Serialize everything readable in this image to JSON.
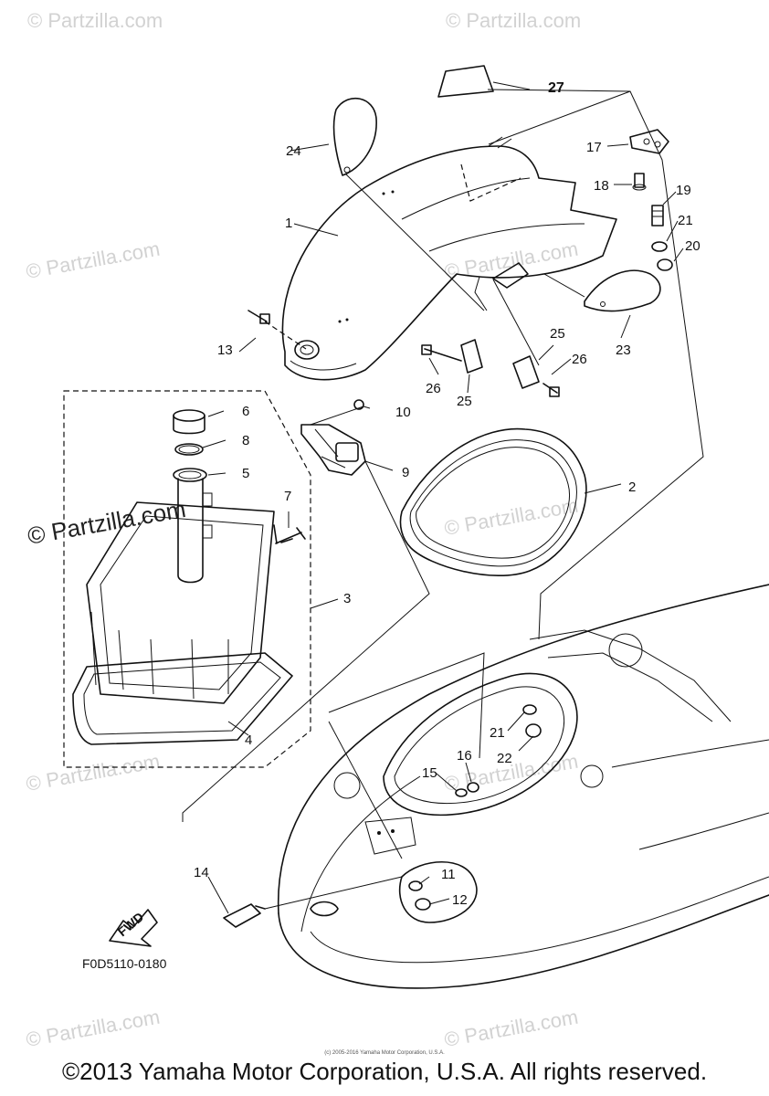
{
  "diagram": {
    "figure_code": "F0D5110-0180",
    "fwd_label": "FWD",
    "copyright": "©2013 Yamaha Motor Corporation, U.S.A. All rights reserved.",
    "fine_print": "(c) 2005-2016 Yamaha Motor Corporation, U.S.A.",
    "watermarks": [
      "© Partzilla.com",
      "© Partzilla.com",
      "© Partzilla.com",
      "© Partzilla.com",
      "© Partzilla.com",
      "© Partzilla.com",
      "© Partzilla.com",
      "© Partzilla.com",
      "© Partzilla.com",
      "© Partzilla.com"
    ],
    "callouts": {
      "c1": "1",
      "c2": "2",
      "c3": "3",
      "c4": "4",
      "c5": "5",
      "c6": "6",
      "c7": "7",
      "c8": "8",
      "c9": "9",
      "c10": "10",
      "c11": "11",
      "c12": "12",
      "c13": "13",
      "c14": "14",
      "c15": "15",
      "c16": "16",
      "c17": "17",
      "c18": "18",
      "c19": "19",
      "c20": "20",
      "c21a": "21",
      "c21b": "21",
      "c22": "22",
      "c23": "23",
      "c24": "24",
      "c25a": "25",
      "c25b": "25",
      "c26a": "26",
      "c26b": "26",
      "c27": "27"
    }
  }
}
